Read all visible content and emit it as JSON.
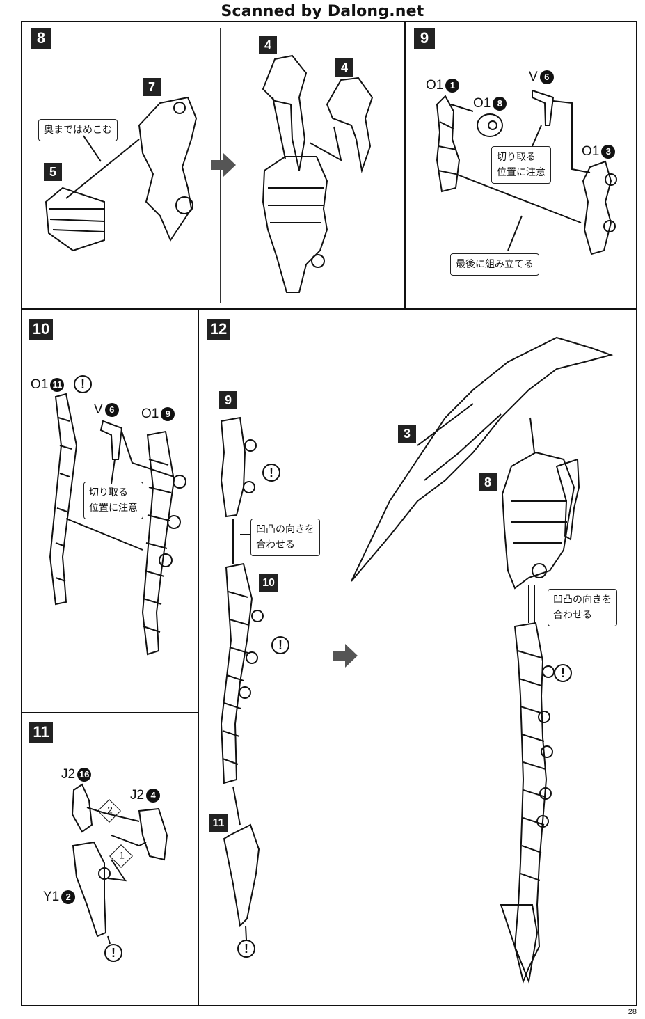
{
  "watermark": "Scanned by Dalong.net",
  "page_number": "28",
  "steps": {
    "s8": {
      "number": "8",
      "sub_a": "7",
      "sub_b": "5",
      "sub_c": "4",
      "sub_d": "4",
      "note": "奥まではめこむ"
    },
    "s9": {
      "number": "9",
      "part_a": "O1",
      "part_a_num": "1",
      "part_b": "O1",
      "part_b_num": "8",
      "part_c": "V",
      "part_c_num": "6",
      "part_d": "O1",
      "part_d_num": "3",
      "note_cut": "切り取る\n位置に注意",
      "note_last": "最後に組み立てる"
    },
    "s10": {
      "number": "10",
      "part_a": "O1",
      "part_a_num": "11",
      "part_b": "V",
      "part_b_num": "6",
      "part_c": "O1",
      "part_c_num": "9",
      "note_cut": "切り取る\n位置に注意"
    },
    "s11": {
      "number": "11",
      "part_a": "J2",
      "part_a_num": "16",
      "part_b": "J2",
      "part_b_num": "4",
      "part_c": "Y1",
      "part_c_num": "2",
      "order_1": "1",
      "order_2": "2"
    },
    "s12": {
      "number": "12",
      "sub_9": "9",
      "sub_10": "10",
      "sub_11": "11",
      "sub_3": "3",
      "sub_8": "8",
      "note_align_a": "凹凸の向きを\n合わせる",
      "note_align_b": "凹凸の向きを\n合わせる"
    }
  },
  "warning_symbol": "!",
  "colors": {
    "ink": "#111111",
    "paper": "#ffffff",
    "arrow_gray": "#555555"
  }
}
